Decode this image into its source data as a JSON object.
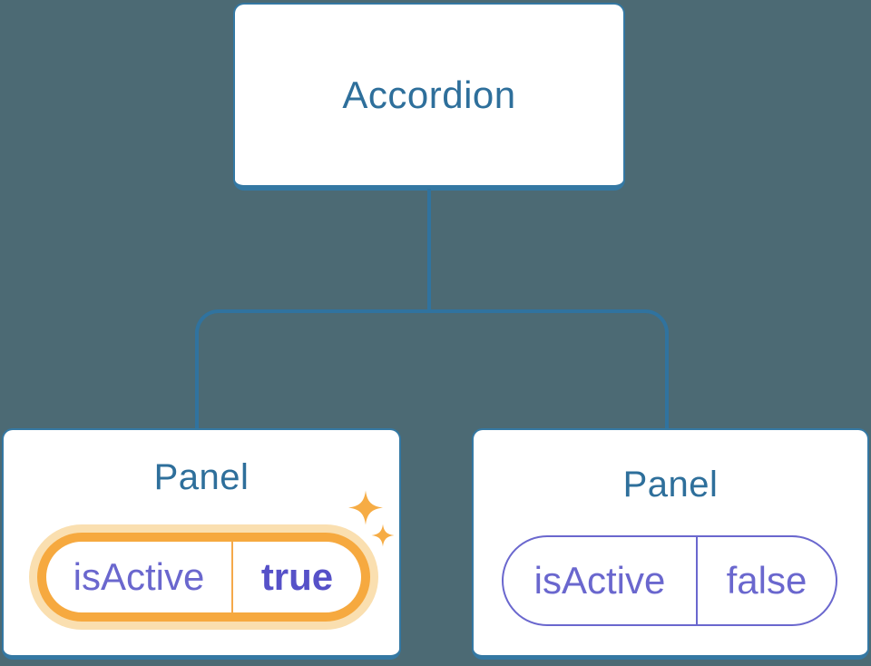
{
  "diagram": {
    "description": "Component tree: Accordion parent passing isActive prop to two Panel children",
    "root": {
      "label": "Accordion"
    },
    "children": [
      {
        "label": "Panel",
        "prop": {
          "name": "isActive",
          "value": "true"
        },
        "highlighted": true,
        "highlight_icon": "sparkles"
      },
      {
        "label": "Panel",
        "prop": {
          "name": "isActive",
          "value": "false"
        },
        "highlighted": false
      }
    ]
  },
  "palette": {
    "background": "#4C6A74",
    "connector_line": "#30739F",
    "node_border": "#3478A3",
    "node_text": "#2E6F9B",
    "prop_text": "#6A67CE",
    "prop_value_highlight_text": "#5651C8",
    "highlight_orange": "#F6A93F",
    "highlight_glow": "#FADFB0",
    "sparkle": "#F6AC45",
    "node_background": "#FFFFFF"
  }
}
